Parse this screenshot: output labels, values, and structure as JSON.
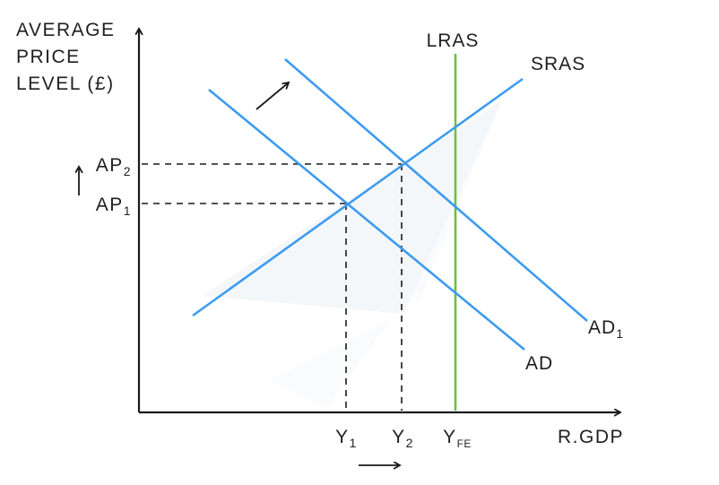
{
  "diagram": {
    "y_axis_title_lines": [
      "AVERAGE",
      "PRICE",
      "LEVEL (£)"
    ],
    "x_axis_label": "R.GDP",
    "colors": {
      "curve_blue": "#3d9bf0",
      "lras_green": "#6cc13e",
      "axis_black": "#1a1a1a",
      "dash_black": "#1a1a1a"
    },
    "curve_labels": {
      "lras": "LRAS",
      "sras": "SRAS",
      "ad": "AD",
      "ad1": {
        "main": "AD",
        "sub": "1"
      }
    },
    "price_labels": {
      "ap2": {
        "main": "AP",
        "sub": "2"
      },
      "ap1": {
        "main": "AP",
        "sub": "1"
      }
    },
    "output_labels": {
      "y1": {
        "main": "Y",
        "sub": "1"
      },
      "y2": {
        "main": "Y",
        "sub": "2"
      },
      "yfe": {
        "main": "Y",
        "sub": "FE"
      }
    }
  },
  "chart_data": {
    "type": "line",
    "title": "",
    "xlabel": "R.GDP",
    "ylabel": "AVERAGE PRICE LEVEL (£)",
    "description": "AD-AS macroeconomic diagram: rightward shift of aggregate demand from AD to AD1 along SRAS raises average price level from AP1 to AP2 and real GDP from Y1 to Y2; LRAS is vertical at full-employment output YFE.",
    "lines": [
      {
        "name": "AD",
        "slope": "downward",
        "color": "#3d9bf0"
      },
      {
        "name": "AD1",
        "slope": "downward",
        "color": "#3d9bf0",
        "note": "AD shifted right (arrow indicates shift)"
      },
      {
        "name": "SRAS",
        "slope": "upward",
        "color": "#3d9bf0"
      },
      {
        "name": "LRAS",
        "slope": "vertical",
        "color": "#6cc13e",
        "x": "YFE"
      }
    ],
    "equilibria": [
      {
        "x": "Y1",
        "y": "AP1",
        "intersection_of": [
          "AD",
          "SRAS"
        ]
      },
      {
        "x": "Y2",
        "y": "AP2",
        "intersection_of": [
          "AD1",
          "SRAS"
        ]
      }
    ],
    "annotations": [
      "up arrow beside AP1/AP2 indicating price level rise",
      "right arrow below Y1/Y2 indicating output rise",
      "diagonal arrow between AD and AD1 indicating rightward shift"
    ]
  }
}
